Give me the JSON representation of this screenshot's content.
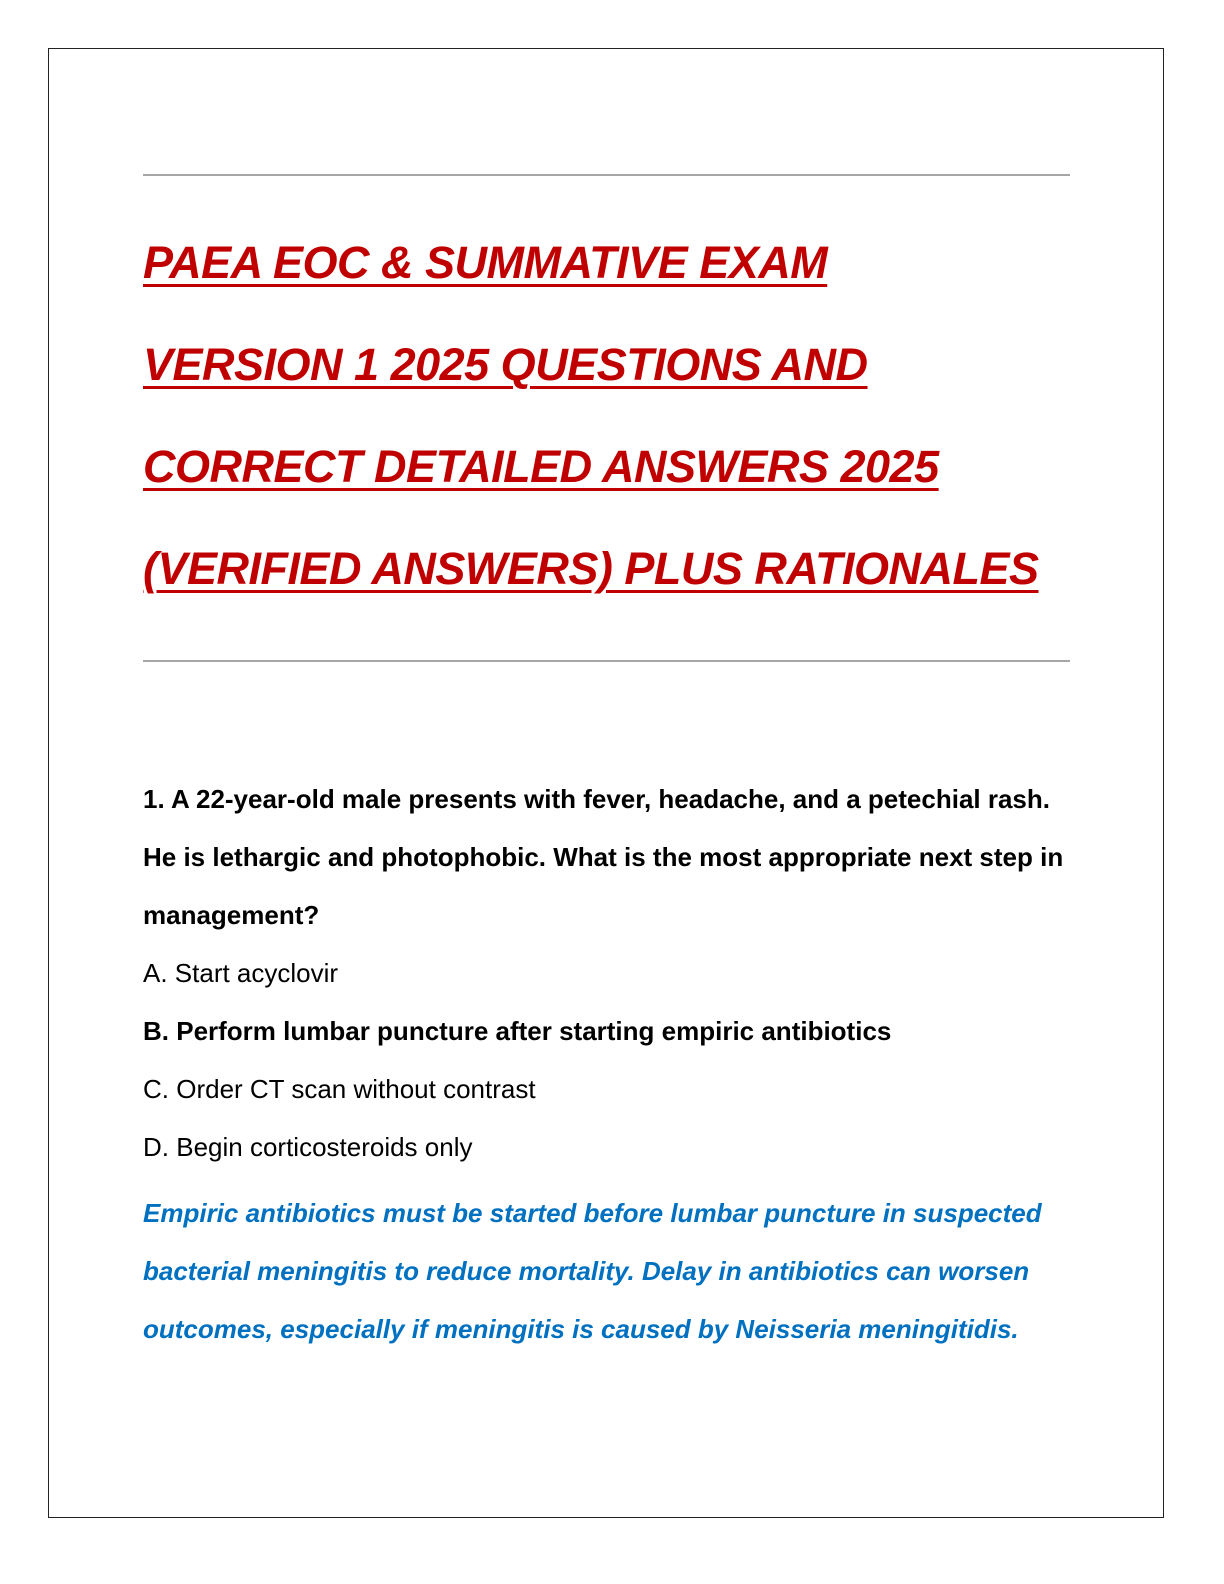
{
  "document": {
    "title_lines": [
      "PAEA EOC & SUMMATIVE EXAM",
      "VERSION 1 2025 QUESTIONS AND",
      "CORRECT DETAILED ANSWERS 2025",
      "(VERIFIED ANSWERS) PLUS RATIONALES"
    ],
    "title_color": "#c00000",
    "rule_color": "#a6a6a6"
  },
  "question": {
    "stem": "1. A 22-year-old male presents with fever, headache, and a petechial rash. He is lethargic and photophobic. What is the most appropriate next step in management?",
    "options": [
      {
        "text": "A. Start acyclovir",
        "correct": false
      },
      {
        "text": "B. Perform lumbar puncture after starting empiric antibiotics",
        "correct": true
      },
      {
        "text": "C. Order CT scan without contrast",
        "correct": false
      },
      {
        "text": "D. Begin corticosteroids only",
        "correct": false
      }
    ],
    "rationale": "Empiric antibiotics must be started before lumbar puncture in suspected bacterial meningitis to reduce mortality. Delay in antibiotics can worsen outcomes, especially if meningitis is caused by Neisseria meningitidis.",
    "rationale_color": "#0070c0"
  }
}
